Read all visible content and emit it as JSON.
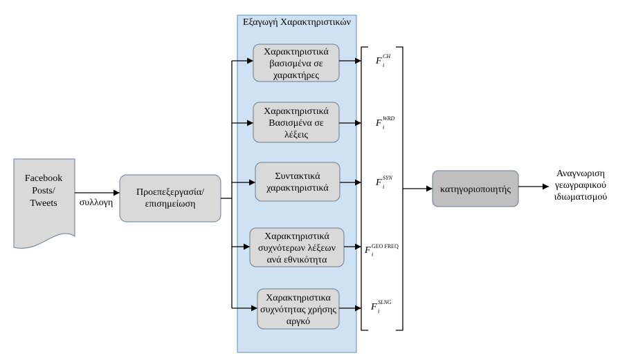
{
  "panel": {
    "title": "Εξαγωγή Χαρακτηριστικών",
    "fill": "#cfe2f3",
    "stroke": "#5b8fbf"
  },
  "source": {
    "lines": [
      "Facebook",
      "Posts/",
      "Tweets"
    ],
    "fill": "#d9d9d9"
  },
  "edge_label": "συλλογη",
  "preprocess": {
    "lines": [
      "Προεπεξεργασία/",
      "επισημείωση"
    ]
  },
  "features": [
    {
      "lines": [
        "Χαρακτηριστικά",
        "βασισμένα σε",
        "χαρακτήρες"
      ],
      "symbol": "F",
      "sub": "i",
      "sup": "CH"
    },
    {
      "lines": [
        "Χαρακτηριστικά",
        "Βασισμένα σε",
        "λέξεις"
      ],
      "symbol": "F",
      "sub": "i",
      "sup": "WRD"
    },
    {
      "lines": [
        "Συντακτικά",
        "χαρακτηριστικά"
      ],
      "symbol": "F",
      "sub": "i",
      "sup": "SYN"
    },
    {
      "lines": [
        "Χαρακτηριστικά",
        "συχνότερων λέξεων",
        "ανά εθνικότητα"
      ],
      "symbol": "F",
      "sub": "i",
      "sup": "GEO FREQ"
    },
    {
      "lines": [
        "Χαρακτηριστικα",
        "συχνότητας χρήσης",
        "αργκό"
      ],
      "symbol": "F",
      "sub": "i",
      "sup": "SLNG"
    }
  ],
  "classifier": {
    "label": "κατηγοριοποιητής",
    "fill": "#bfbfbf"
  },
  "output": {
    "lines": [
      "Αναγνωριση",
      "γεωγραφικού",
      "ιδιωματισμού"
    ]
  },
  "box_fill": "#d9d9d9",
  "box_stroke": "#6b7a8c"
}
